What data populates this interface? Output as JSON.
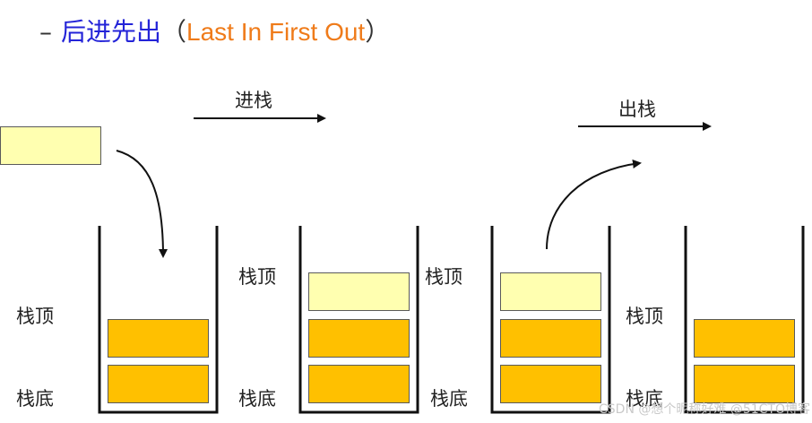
{
  "title": {
    "dash": "–",
    "chinese": "后进先出",
    "open_paren": "（",
    "english": "Last In First Out",
    "close_paren": "）"
  },
  "push_label": "进栈",
  "pop_label": "出栈",
  "stack_labels": {
    "top": "栈顶",
    "bottom": "栈底"
  },
  "watermark": "CSDN @想个昵称好难 @51CTO博客",
  "colors": {
    "title_chinese": "#2424d8",
    "title_english": "#ef7b1a",
    "pale_element": "#ffffb0",
    "stack_element": "#ffc000"
  }
}
